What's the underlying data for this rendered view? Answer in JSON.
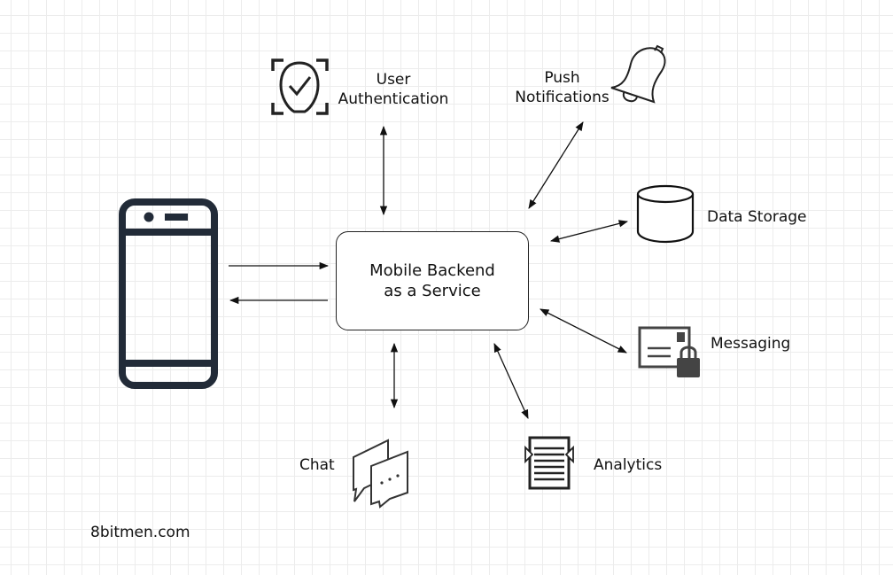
{
  "center": {
    "label": "Mobile Backend as a Service"
  },
  "services": {
    "user_auth": "User Authentication",
    "push": "Push Notifications",
    "storage": "Data Storage",
    "messaging": "Messaging",
    "analytics": "Analytics",
    "chat": "Chat"
  },
  "icons": {
    "phone": "mobile-phone-icon",
    "user_auth": "face-check-icon",
    "push": "bell-icon",
    "storage": "database-cylinder-icon",
    "messaging": "locked-mail-icon",
    "analytics": "document-icon",
    "chat": "chat-bubbles-icon"
  },
  "footer": {
    "brand": "8bitmen.com"
  },
  "colors": {
    "line": "#111111",
    "phone": "#222b38",
    "icon": "#222222"
  }
}
